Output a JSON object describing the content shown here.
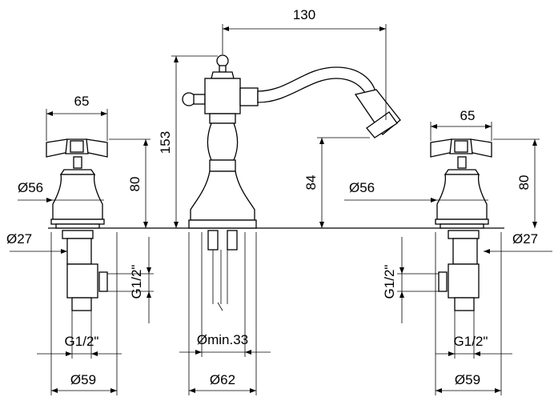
{
  "dimensions": {
    "spout_reach": "130",
    "spout_height": "153",
    "spout_outlet_height": "84",
    "handle_width_left": "65",
    "handle_width_right": "65",
    "handle_height_left": "80",
    "handle_height_right": "80",
    "base_diameter_left": "Ø56",
    "base_diameter_right": "Ø56",
    "flange_diameter_left": "Ø27",
    "flange_diameter_right": "Ø27",
    "inlet_thread_left_vertical": "G1/2\"",
    "inlet_thread_right_vertical": "G1/2\"",
    "inlet_thread_left": "G1/2\"",
    "inlet_thread_right": "G1/2\"",
    "valve_spacing_left": "Ø59",
    "valve_spacing_right": "Ø59",
    "min_hole": "Ømin.33",
    "spout_base": "Ø62"
  }
}
